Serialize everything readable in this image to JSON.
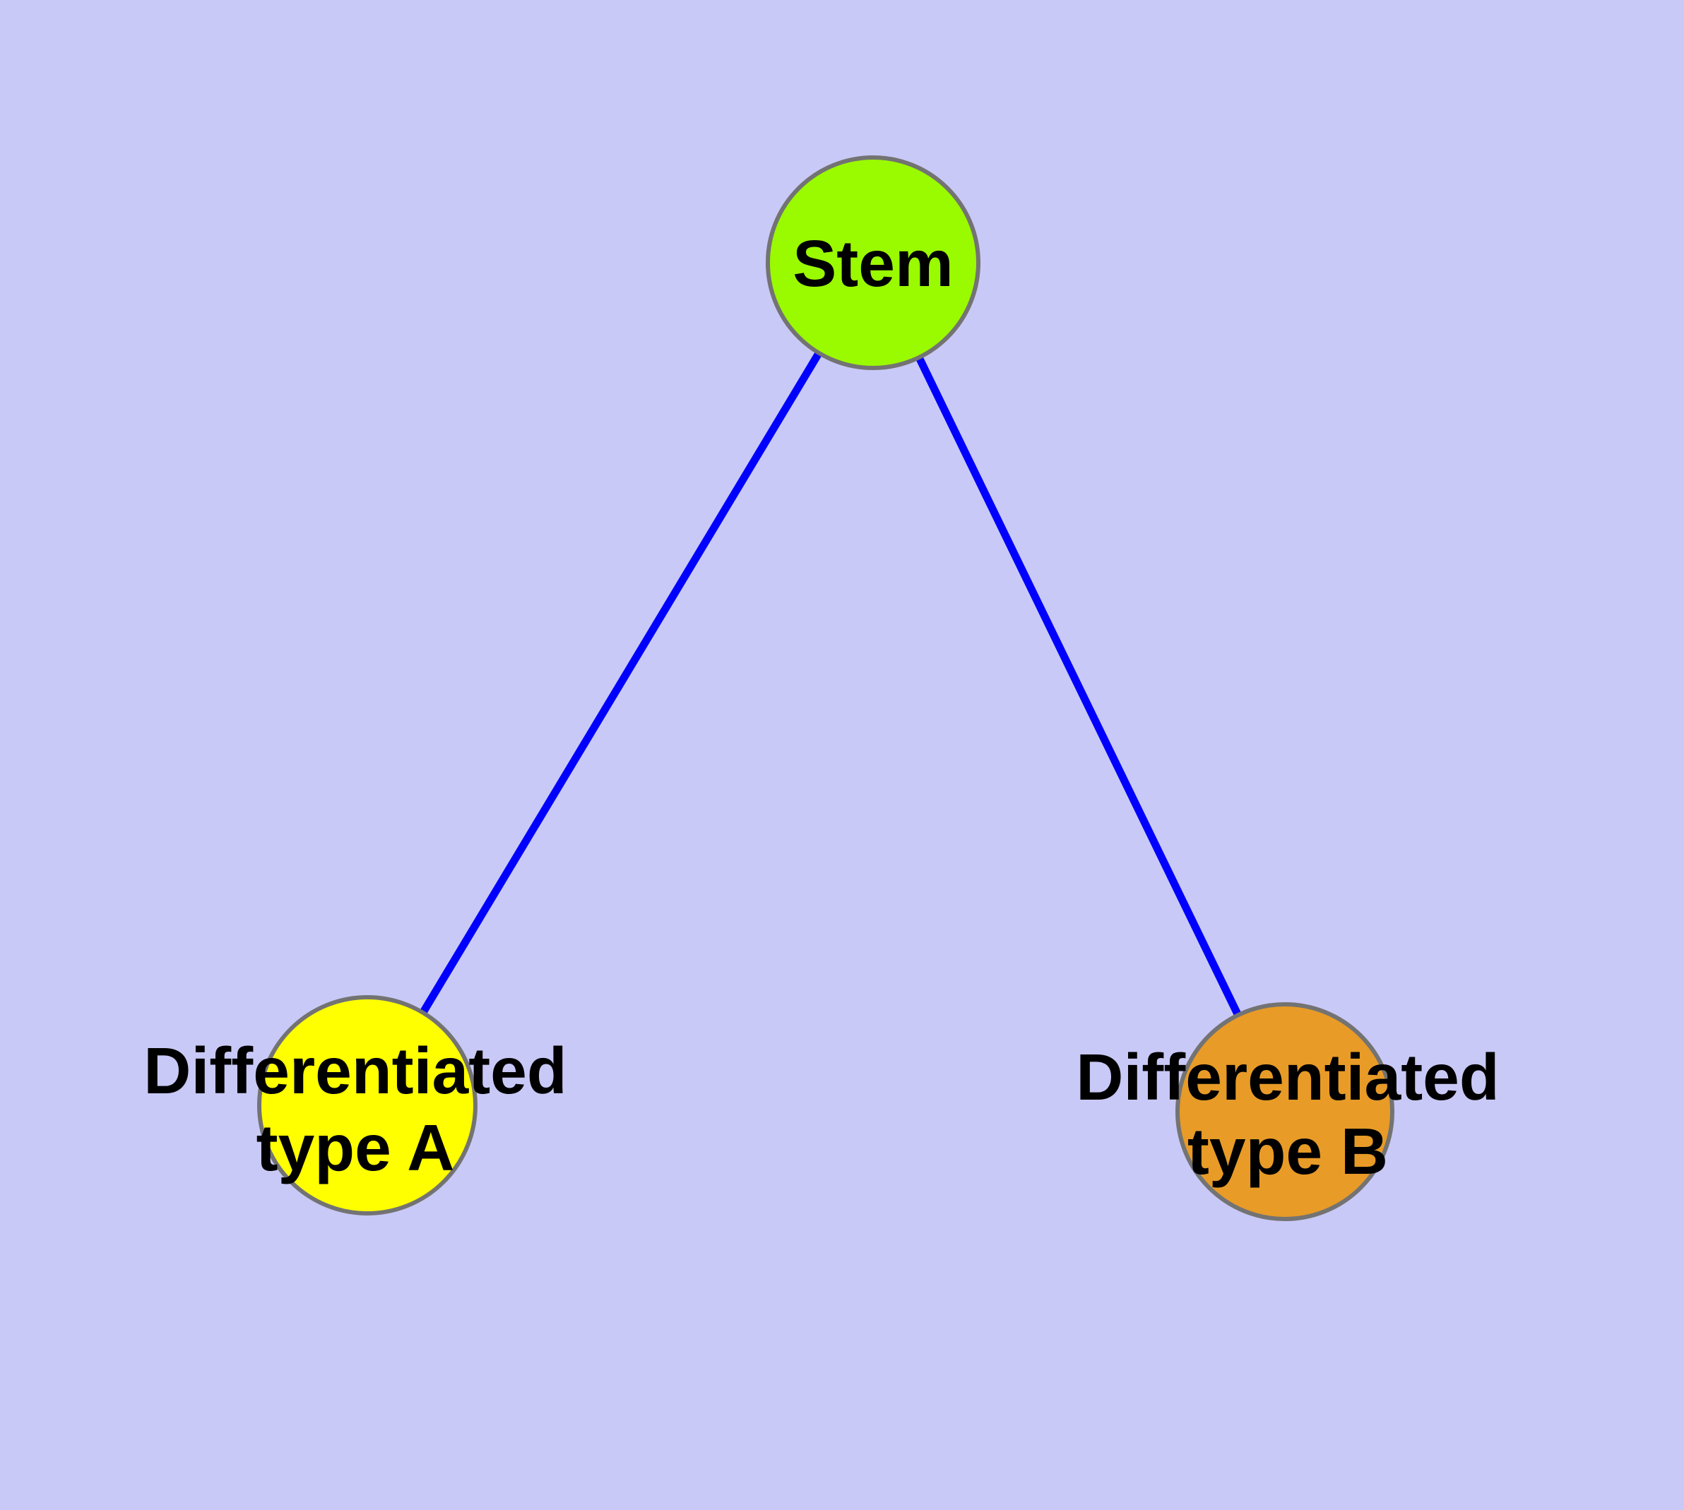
{
  "canvas": {
    "background_color": "#c9c9f7",
    "width": "2384",
    "height": "2138"
  },
  "styles": {
    "edge_color": "#0000ff",
    "node_border_color": "#737373",
    "label_color": "#000000"
  },
  "nodes": {
    "stem": {
      "label": "Stem",
      "fill_color": "#9afa00"
    },
    "type_a": {
      "label_line1": "Differentiated",
      "label_line2": "type A",
      "fill_color": "#ffff00"
    },
    "type_b": {
      "label_line1": "Differentiated",
      "label_line2": "type B",
      "fill_color": "#e89b27"
    }
  },
  "edges": [
    {
      "from": "stem",
      "to": "type_a"
    },
    {
      "from": "stem",
      "to": "type_b"
    }
  ]
}
